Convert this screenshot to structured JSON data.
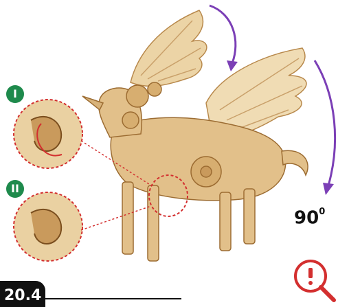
{
  "callouts": [
    {
      "label": "I",
      "color": "#1e8a4c"
    },
    {
      "label": "II",
      "color": "#1e8a4c"
    }
  ],
  "angle": {
    "value": "90",
    "unit": "0"
  },
  "step_number": "20.4",
  "colors": {
    "arrow": "#7b3fb6",
    "callout_line": "#d32f2f",
    "wood": "#e2c08a",
    "wood_dark": "#c99a5c",
    "warning": "#d32f2f"
  },
  "icons": [
    "rotation-arrow-icon",
    "magnifier-warning-icon"
  ]
}
